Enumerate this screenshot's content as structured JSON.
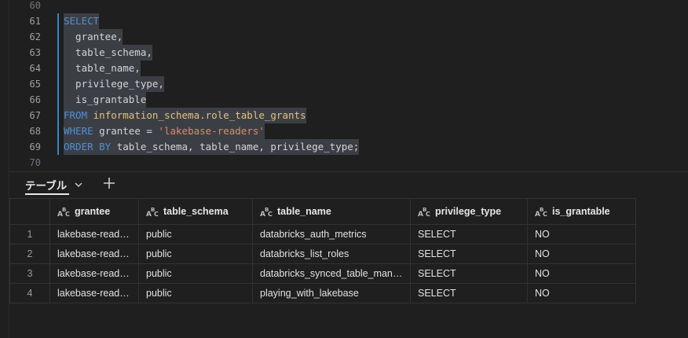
{
  "editor": {
    "line_numbers": [
      "60",
      "61",
      "62",
      "63",
      "64",
      "65",
      "66",
      "67",
      "68",
      "69",
      "70"
    ],
    "lines": [
      {
        "num": "60",
        "tokens": []
      },
      {
        "num": "61",
        "tokens": [
          {
            "t": "SELECT",
            "c": "kw"
          }
        ]
      },
      {
        "num": "62",
        "tokens": [
          {
            "t": "  grantee,",
            "c": "txt"
          }
        ]
      },
      {
        "num": "63",
        "tokens": [
          {
            "t": "  table_schema,",
            "c": "txt"
          }
        ]
      },
      {
        "num": "64",
        "tokens": [
          {
            "t": "  table_name,",
            "c": "txt"
          }
        ]
      },
      {
        "num": "65",
        "tokens": [
          {
            "t": "  privilege_type,",
            "c": "txt"
          }
        ]
      },
      {
        "num": "66",
        "tokens": [
          {
            "t": "  is_grantable",
            "c": "txt"
          }
        ]
      },
      {
        "num": "67",
        "tokens": [
          {
            "t": "FROM",
            "c": "kw"
          },
          {
            "t": " ",
            "c": "txt"
          },
          {
            "t": "information_schema.role_table_grants",
            "c": "id"
          }
        ]
      },
      {
        "num": "68",
        "tokens": [
          {
            "t": "WHERE",
            "c": "kw"
          },
          {
            "t": " grantee = ",
            "c": "txt"
          },
          {
            "t": "'lakebase-readers'",
            "c": "str"
          }
        ]
      },
      {
        "num": "69",
        "tokens": [
          {
            "t": "ORDER BY",
            "c": "kw"
          },
          {
            "t": " table_schema, table_name, privilege_type;",
            "c": "txt"
          }
        ]
      },
      {
        "num": "70",
        "tokens": []
      }
    ]
  },
  "results": {
    "tab_label": "テーブル",
    "columns": [
      "grantee",
      "table_schema",
      "table_name",
      "privilege_type",
      "is_grantable"
    ],
    "rows": [
      {
        "n": "1",
        "cells": [
          "lakebase-readers",
          "public",
          "databricks_auth_metrics",
          "SELECT",
          "NO"
        ]
      },
      {
        "n": "2",
        "cells": [
          "lakebase-readers",
          "public",
          "databricks_list_roles",
          "SELECT",
          "NO"
        ]
      },
      {
        "n": "3",
        "cells": [
          "lakebase-readers",
          "public",
          "databricks_synced_table_manag...",
          "SELECT",
          "NO"
        ]
      },
      {
        "n": "4",
        "cells": [
          "lakebase-readers",
          "public",
          "playing_with_lakebase",
          "SELECT",
          "NO"
        ]
      }
    ]
  },
  "colors": {
    "keyword": "#4f8fd6",
    "identifier": "#e5c07b",
    "string": "#e0896b",
    "selection": "#3b3f45",
    "background": "#1f1f1f"
  },
  "icons": {
    "column_type": "abc-type-icon",
    "tab_dropdown": "chevron-down-icon",
    "add_tab": "plus-icon"
  }
}
